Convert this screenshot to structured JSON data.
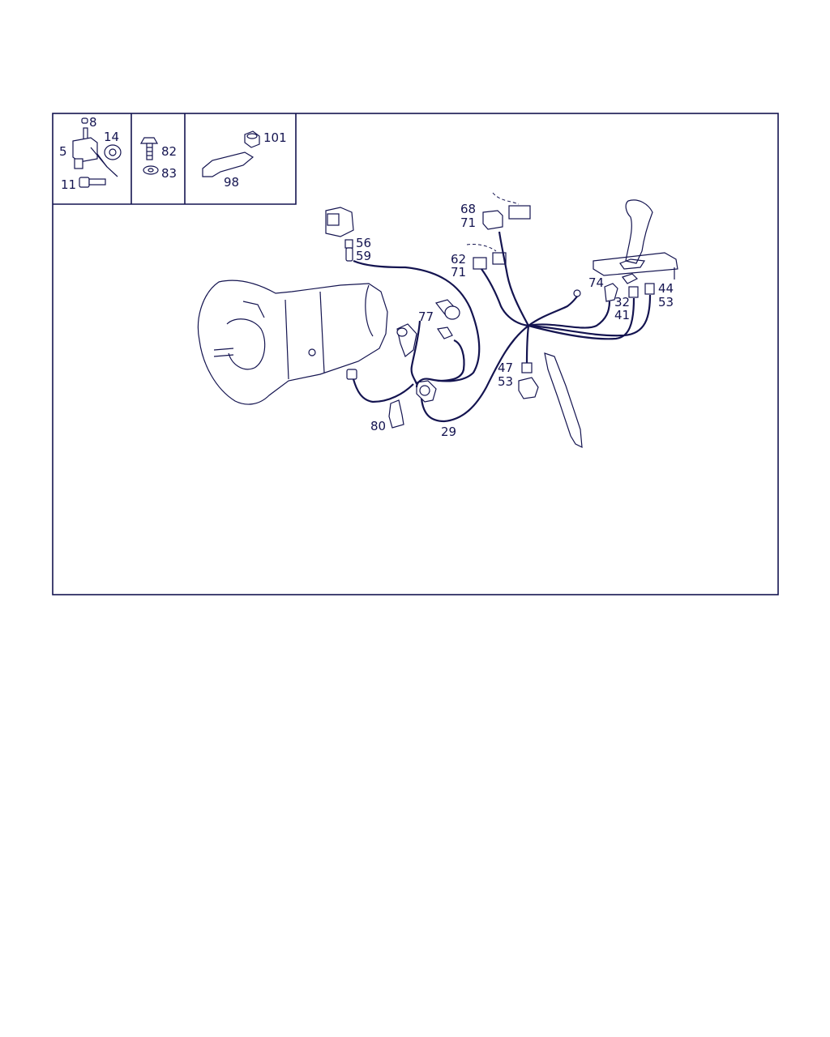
{
  "labels": {
    "p8": "8",
    "p14": "14",
    "p5": "5",
    "p11": "11",
    "p82": "82",
    "p83": "83",
    "p101": "101",
    "p98": "98",
    "p68": "68",
    "p71a": "71",
    "p56": "56",
    "p59": "59",
    "p62": "62",
    "p71b": "71",
    "p74": "74",
    "p44": "44",
    "p53a": "53",
    "p32": "32",
    "p41": "41",
    "p77": "77",
    "p47": "47",
    "p53b": "53",
    "p80": "80",
    "p29": "29"
  },
  "colors": {
    "ink": "#141450",
    "background": "#ffffff"
  }
}
